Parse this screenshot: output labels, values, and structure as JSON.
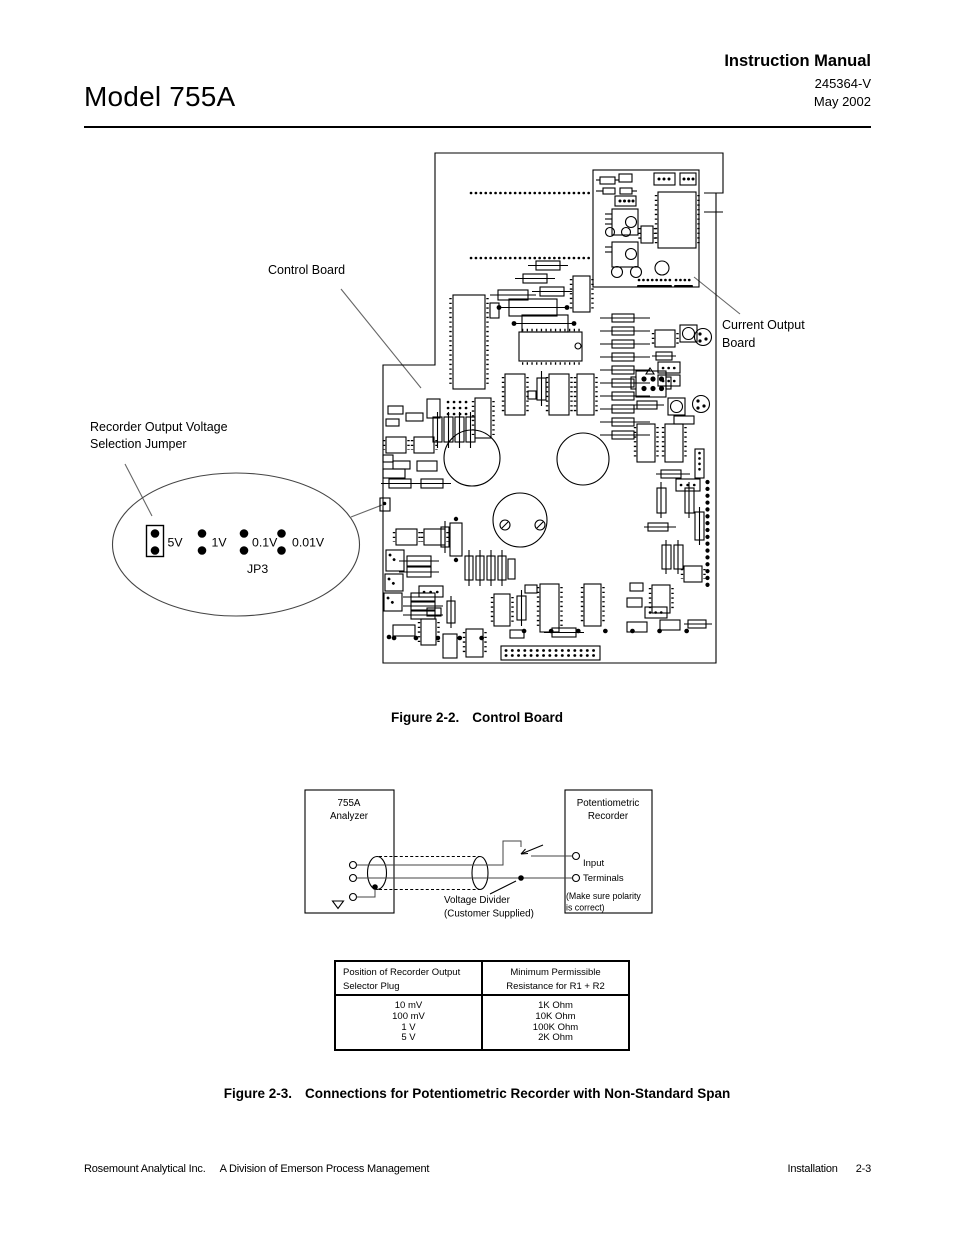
{
  "header": {
    "model": "Model 755A",
    "title": "Instruction Manual",
    "doc_number": "245364-V",
    "date": "May 2002"
  },
  "figure_board": {
    "caption_label": "Figure 2-2.",
    "caption_text": "Control Board",
    "control_board_label": "Control Board",
    "current_output_label": [
      "Current Output",
      "Board"
    ],
    "jumper_label": [
      "Recorder Output Voltage",
      "Selection Jumper"
    ],
    "jumper_positions": [
      "5V",
      "1V",
      "0.1V",
      "0.01V"
    ],
    "jumper_name": "JP3"
  },
  "figure_connections": {
    "caption_label": "Figure 2-3.",
    "caption_text": "Connections for Potentiometric Recorder with Non-Standard Span",
    "analyzer_label": [
      "755A",
      "Analyzer"
    ],
    "recorder_label": [
      "Potentiometric",
      "Recorder"
    ],
    "input_terminals_label": [
      "Input",
      "Terminals"
    ],
    "polarity_note": [
      "(Make sure polarity",
      "is correct)"
    ],
    "voltage_divider_label": [
      "Voltage Divider",
      "(Customer Supplied)"
    ]
  },
  "table": {
    "col1_header": [
      "Position of Recorder Output",
      "Selector Plug"
    ],
    "col2_header": [
      "Minimum Permissible",
      "Resistance for R1 + R2"
    ],
    "rows": [
      {
        "position": "10 mV",
        "resistance": "1K Ohm"
      },
      {
        "position": "100 mV",
        "resistance": "10K Ohm"
      },
      {
        "position": "1 V",
        "resistance": "100K Ohm"
      },
      {
        "position": "5 V",
        "resistance": "2K Ohm"
      }
    ]
  },
  "footer": {
    "company": "Rosemount Analytical Inc.",
    "division": "A Division of Emerson Process Management",
    "section": "Installation",
    "page_number": "2-3"
  }
}
